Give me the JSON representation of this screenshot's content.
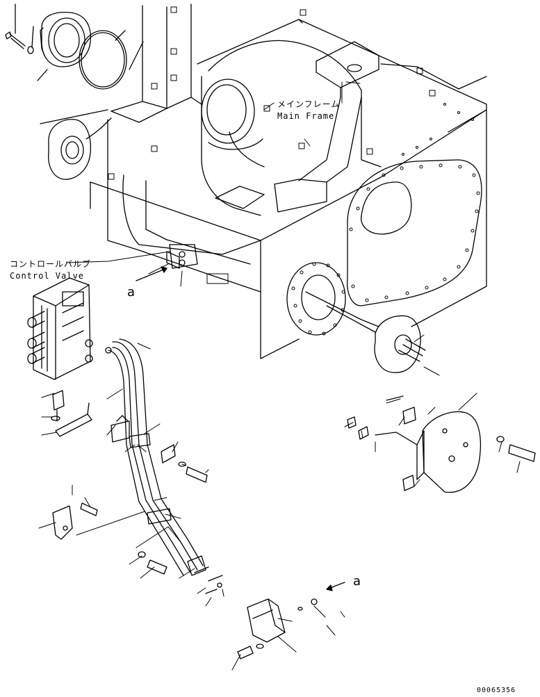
{
  "labels": {
    "main_frame_jp": "メインフレーム",
    "main_frame_en": "Main Frame",
    "control_valve_jp": "コントロールバルブ",
    "control_valve_en": "Control Valve"
  },
  "view_reference": {
    "letter": "a"
  },
  "drawing_number": "00065356",
  "colors": {
    "line": "#000000",
    "background": "#ffffff"
  }
}
